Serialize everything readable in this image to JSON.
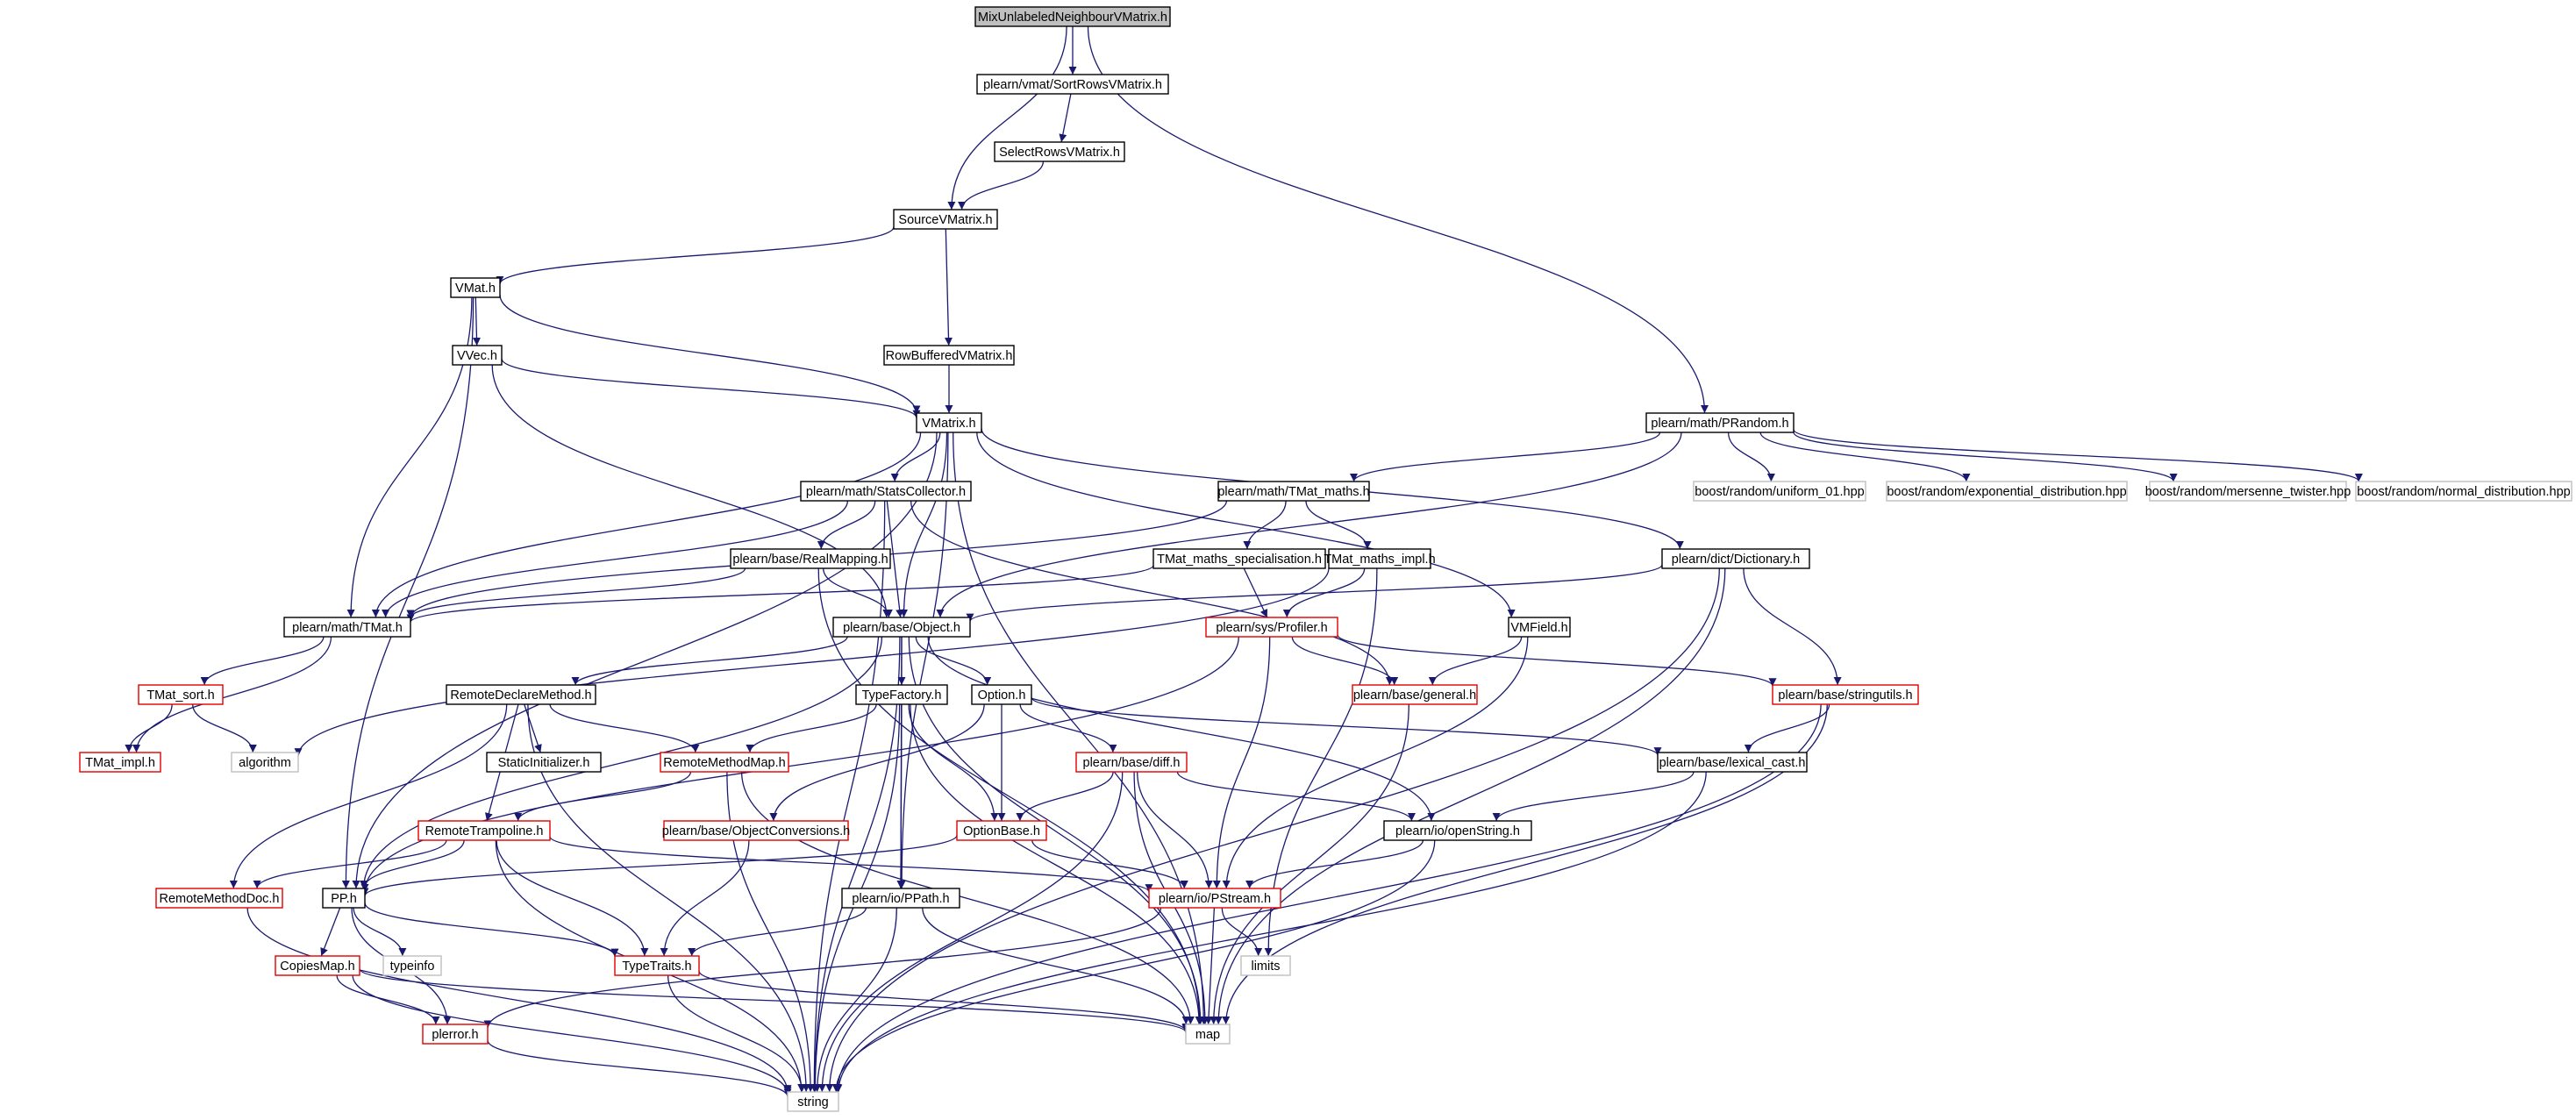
{
  "diagram": {
    "nodes": [
      {
        "id": "n_root",
        "label": "MixUnlabeledNeighbourVMatrix.h",
        "style": "root"
      },
      {
        "id": "n_sortrows",
        "label": "plearn/vmat/SortRowsVMatrix.h",
        "style": "black"
      },
      {
        "id": "n_selectrows",
        "label": "SelectRowsVMatrix.h",
        "style": "black"
      },
      {
        "id": "n_source",
        "label": "SourceVMatrix.h",
        "style": "black"
      },
      {
        "id": "n_vmat",
        "label": "VMat.h",
        "style": "black"
      },
      {
        "id": "n_vvec",
        "label": "VVec.h",
        "style": "black"
      },
      {
        "id": "n_rowbuf",
        "label": "RowBufferedVMatrix.h",
        "style": "black"
      },
      {
        "id": "n_vmatrix",
        "label": "VMatrix.h",
        "style": "black"
      },
      {
        "id": "n_prandom",
        "label": "plearn/math/PRandom.h",
        "style": "black"
      },
      {
        "id": "n_uniform",
        "label": "boost/random/uniform_01.hpp",
        "style": "gray"
      },
      {
        "id": "n_expdist",
        "label": "boost/random/exponential_distribution.hpp",
        "style": "gray"
      },
      {
        "id": "n_mersenne",
        "label": "boost/random/mersenne_twister.hpp",
        "style": "gray"
      },
      {
        "id": "n_normal",
        "label": "boost/random/normal_distribution.hpp",
        "style": "gray"
      },
      {
        "id": "n_stats",
        "label": "plearn/math/StatsCollector.h",
        "style": "black"
      },
      {
        "id": "n_tmatmaths",
        "label": "plearn/math/TMat_maths.h",
        "style": "black"
      },
      {
        "id": "n_realmap",
        "label": "plearn/base/RealMapping.h",
        "style": "black"
      },
      {
        "id": "n_tmspec",
        "label": "TMat_maths_specialisation.h",
        "style": "black"
      },
      {
        "id": "n_tmimpl",
        "label": "TMat_maths_impl.h",
        "style": "black"
      },
      {
        "id": "n_dict",
        "label": "plearn/dict/Dictionary.h",
        "style": "black"
      },
      {
        "id": "n_tmat",
        "label": "plearn/math/TMat.h",
        "style": "black"
      },
      {
        "id": "n_object",
        "label": "plearn/base/Object.h",
        "style": "black"
      },
      {
        "id": "n_profiler",
        "label": "plearn/sys/Profiler.h",
        "style": "red"
      },
      {
        "id": "n_vmfield",
        "label": "VMField.h",
        "style": "black"
      },
      {
        "id": "n_tmatsort",
        "label": "TMat_sort.h",
        "style": "red"
      },
      {
        "id": "n_remotedecl",
        "label": "RemoteDeclareMethod.h",
        "style": "black"
      },
      {
        "id": "n_typefactory",
        "label": "TypeFactory.h",
        "style": "black"
      },
      {
        "id": "n_option",
        "label": "Option.h",
        "style": "black"
      },
      {
        "id": "n_general",
        "label": "plearn/base/general.h",
        "style": "red"
      },
      {
        "id": "n_stringutils",
        "label": "plearn/base/stringutils.h",
        "style": "red"
      },
      {
        "id": "n_tmatimpl",
        "label": "TMat_impl.h",
        "style": "red"
      },
      {
        "id": "n_algorithm",
        "label": "algorithm",
        "style": "gray"
      },
      {
        "id": "n_staticinit",
        "label": "StaticInitializer.h",
        "style": "black"
      },
      {
        "id": "n_remotemap",
        "label": "RemoteMethodMap.h",
        "style": "red"
      },
      {
        "id": "n_diff",
        "label": "plearn/base/diff.h",
        "style": "red"
      },
      {
        "id": "n_lexical",
        "label": "plearn/base/lexical_cast.h",
        "style": "black"
      },
      {
        "id": "n_remotetramp",
        "label": "RemoteTrampoline.h",
        "style": "red"
      },
      {
        "id": "n_objconv",
        "label": "plearn/base/ObjectConversions.h",
        "style": "red"
      },
      {
        "id": "n_optionbase",
        "label": "OptionBase.h",
        "style": "red"
      },
      {
        "id": "n_openstring",
        "label": "plearn/io/openString.h",
        "style": "black"
      },
      {
        "id": "n_remotedoc",
        "label": "RemoteMethodDoc.h",
        "style": "red"
      },
      {
        "id": "n_pp",
        "label": "PP.h",
        "style": "black"
      },
      {
        "id": "n_ppath",
        "label": "plearn/io/PPath.h",
        "style": "black"
      },
      {
        "id": "n_pstream",
        "label": "plearn/io/PStream.h",
        "style": "red"
      },
      {
        "id": "n_copiesmap",
        "label": "CopiesMap.h",
        "style": "red"
      },
      {
        "id": "n_typeinfo",
        "label": "typeinfo",
        "style": "gray"
      },
      {
        "id": "n_typetraits",
        "label": "TypeTraits.h",
        "style": "red"
      },
      {
        "id": "n_limits",
        "label": "limits",
        "style": "gray"
      },
      {
        "id": "n_perror",
        "label": "plerror.h",
        "style": "red"
      },
      {
        "id": "n_map",
        "label": "map",
        "style": "gray"
      },
      {
        "id": "n_string",
        "label": "string",
        "style": "gray"
      }
    ],
    "edges": [
      [
        "n_root",
        "n_sortrows"
      ],
      [
        "n_root",
        "n_source"
      ],
      [
        "n_root",
        "n_prandom"
      ],
      [
        "n_sortrows",
        "n_selectrows"
      ],
      [
        "n_selectrows",
        "n_source"
      ],
      [
        "n_source",
        "n_vmat"
      ],
      [
        "n_source",
        "n_rowbuf"
      ],
      [
        "n_vmat",
        "n_vvec"
      ],
      [
        "n_vmat",
        "n_vmatrix"
      ],
      [
        "n_vmat",
        "n_tmat"
      ],
      [
        "n_vmat",
        "n_pp"
      ],
      [
        "n_vvec",
        "n_vmatrix"
      ],
      [
        "n_vvec",
        "n_object"
      ],
      [
        "n_rowbuf",
        "n_vmatrix"
      ],
      [
        "n_vmatrix",
        "n_stats"
      ],
      [
        "n_vmatrix",
        "n_tmat"
      ],
      [
        "n_vmatrix",
        "n_object"
      ],
      [
        "n_vmatrix",
        "n_vmfield"
      ],
      [
        "n_vmatrix",
        "n_dict"
      ],
      [
        "n_vmatrix",
        "n_map"
      ],
      [
        "n_vmatrix",
        "n_ppath"
      ],
      [
        "n_vmatrix",
        "n_pp"
      ],
      [
        "n_prandom",
        "n_tmatmaths"
      ],
      [
        "n_prandom",
        "n_uniform"
      ],
      [
        "n_prandom",
        "n_expdist"
      ],
      [
        "n_prandom",
        "n_mersenne"
      ],
      [
        "n_prandom",
        "n_normal"
      ],
      [
        "n_prandom",
        "n_object"
      ],
      [
        "n_stats",
        "n_realmap"
      ],
      [
        "n_stats",
        "n_object"
      ],
      [
        "n_stats",
        "n_tmat"
      ],
      [
        "n_stats",
        "n_general"
      ],
      [
        "n_stats",
        "n_string"
      ],
      [
        "n_tmatmaths",
        "n_tmspec"
      ],
      [
        "n_tmatmaths",
        "n_tmimpl"
      ],
      [
        "n_tmatmaths",
        "n_tmat"
      ],
      [
        "n_realmap",
        "n_object"
      ],
      [
        "n_realmap",
        "n_tmat"
      ],
      [
        "n_realmap",
        "n_map"
      ],
      [
        "n_tmspec",
        "n_profiler"
      ],
      [
        "n_tmspec",
        "n_tmat"
      ],
      [
        "n_tmimpl",
        "n_profiler"
      ],
      [
        "n_tmimpl",
        "n_algorithm"
      ],
      [
        "n_tmimpl",
        "n_limits"
      ],
      [
        "n_dict",
        "n_object"
      ],
      [
        "n_dict",
        "n_stringutils"
      ],
      [
        "n_dict",
        "n_map"
      ],
      [
        "n_dict",
        "n_string"
      ],
      [
        "n_tmat",
        "n_tmatsort"
      ],
      [
        "n_tmat",
        "n_tmatimpl"
      ],
      [
        "n_object",
        "n_remotedecl"
      ],
      [
        "n_object",
        "n_typefactory"
      ],
      [
        "n_object",
        "n_option"
      ],
      [
        "n_object",
        "n_ppath"
      ],
      [
        "n_object",
        "n_openstring"
      ],
      [
        "n_object",
        "n_map"
      ],
      [
        "n_object",
        "n_string"
      ],
      [
        "n_object",
        "n_pp"
      ],
      [
        "n_profiler",
        "n_general"
      ],
      [
        "n_profiler",
        "n_stringutils"
      ],
      [
        "n_profiler",
        "n_pstream"
      ],
      [
        "n_profiler",
        "n_pp"
      ],
      [
        "n_vmfield",
        "n_general"
      ],
      [
        "n_vmfield",
        "n_pstream"
      ],
      [
        "n_tmatsort",
        "n_tmatimpl"
      ],
      [
        "n_tmatsort",
        "n_algorithm"
      ],
      [
        "n_remotedecl",
        "n_staticinit"
      ],
      [
        "n_remotedecl",
        "n_remotemap"
      ],
      [
        "n_remotedecl",
        "n_remotetramp"
      ],
      [
        "n_remotedecl",
        "n_remotedoc"
      ],
      [
        "n_remotedecl",
        "n_string"
      ],
      [
        "n_typefactory",
        "n_remotemap"
      ],
      [
        "n_typefactory",
        "n_optionbase"
      ],
      [
        "n_typefactory",
        "n_ppath"
      ],
      [
        "n_typefactory",
        "n_map"
      ],
      [
        "n_typefactory",
        "n_string"
      ],
      [
        "n_option",
        "n_diff"
      ],
      [
        "n_option",
        "n_optionbase"
      ],
      [
        "n_option",
        "n_objconv"
      ],
      [
        "n_option",
        "n_lexical"
      ],
      [
        "n_general",
        "n_map"
      ],
      [
        "n_stringutils",
        "n_lexical"
      ],
      [
        "n_stringutils",
        "n_map"
      ],
      [
        "n_stringutils",
        "n_string"
      ],
      [
        "n_remotemap",
        "n_remotetramp"
      ],
      [
        "n_remotemap",
        "n_map"
      ],
      [
        "n_remotemap",
        "n_string"
      ],
      [
        "n_diff",
        "n_optionbase"
      ],
      [
        "n_diff",
        "n_openstring"
      ],
      [
        "n_diff",
        "n_pstream"
      ],
      [
        "n_diff",
        "n_map"
      ],
      [
        "n_diff",
        "n_string"
      ],
      [
        "n_lexical",
        "n_openstring"
      ],
      [
        "n_lexical",
        "n_string"
      ],
      [
        "n_remotetramp",
        "n_remotedoc"
      ],
      [
        "n_remotetramp",
        "n_pp"
      ],
      [
        "n_remotetramp",
        "n_typetraits"
      ],
      [
        "n_remotetramp",
        "n_pstream"
      ],
      [
        "n_remotetramp",
        "n_string"
      ],
      [
        "n_objconv",
        "n_typetraits"
      ],
      [
        "n_optionbase",
        "n_pstream"
      ],
      [
        "n_optionbase",
        "n_pp"
      ],
      [
        "n_openstring",
        "n_pstream"
      ],
      [
        "n_openstring",
        "n_string"
      ],
      [
        "n_remotedoc",
        "n_string"
      ],
      [
        "n_pp",
        "n_copiesmap"
      ],
      [
        "n_pp",
        "n_typeinfo"
      ],
      [
        "n_pp",
        "n_typetraits"
      ],
      [
        "n_pp",
        "n_perror"
      ],
      [
        "n_ppath",
        "n_typetraits"
      ],
      [
        "n_ppath",
        "n_map"
      ],
      [
        "n_ppath",
        "n_string"
      ],
      [
        "n_pstream",
        "n_perror"
      ],
      [
        "n_pstream",
        "n_limits"
      ],
      [
        "n_pstream",
        "n_map"
      ],
      [
        "n_copiesmap",
        "n_perror"
      ],
      [
        "n_copiesmap",
        "n_map"
      ],
      [
        "n_copiesmap",
        "n_string"
      ],
      [
        "n_typetraits",
        "n_map"
      ],
      [
        "n_typetraits",
        "n_string"
      ],
      [
        "n_perror",
        "n_string"
      ]
    ]
  }
}
